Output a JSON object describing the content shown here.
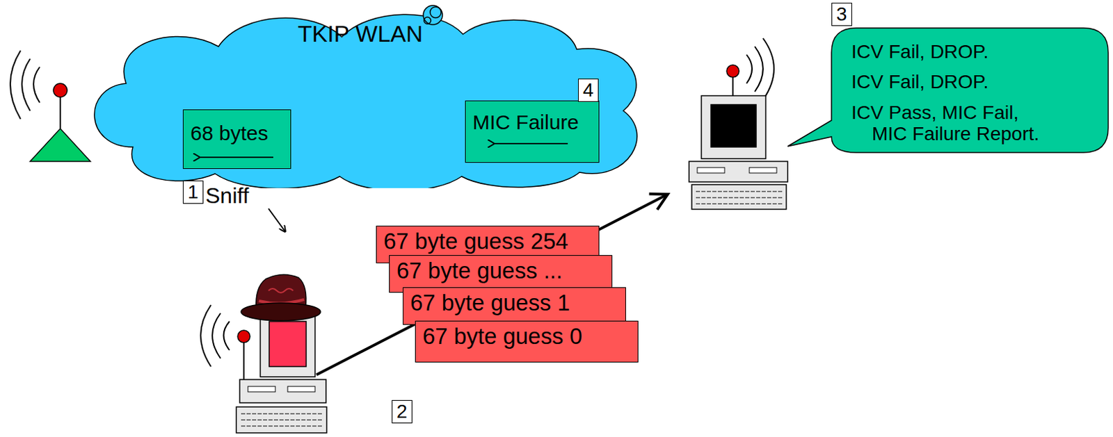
{
  "diagram": {
    "nodes": [
      {
        "text": [
          "TKIP WLAN"
        ]
      },
      {
        "text": [
          "68 bytes"
        ],
        "in": 0
      },
      {
        "text": [
          "MIC Failure"
        ],
        "in": 0
      },
      {
        "text": [
          "67 byte guess 254"
        ]
      },
      {
        "text": [
          "67 byte guess ..."
        ]
      },
      {
        "text": [
          "67 byte guess 1"
        ]
      },
      {
        "text": [
          "67 byte guess 0"
        ]
      },
      {
        "text": [
          "ICV Fail, DROP.",
          "ICV Fail, DROP.",
          "ICV Pass, MIC Fail, MIC Failure Report."
        ]
      }
    ],
    "labels": [
      "3",
      "4",
      "1",
      "Sniff",
      "2"
    ]
  }
}
